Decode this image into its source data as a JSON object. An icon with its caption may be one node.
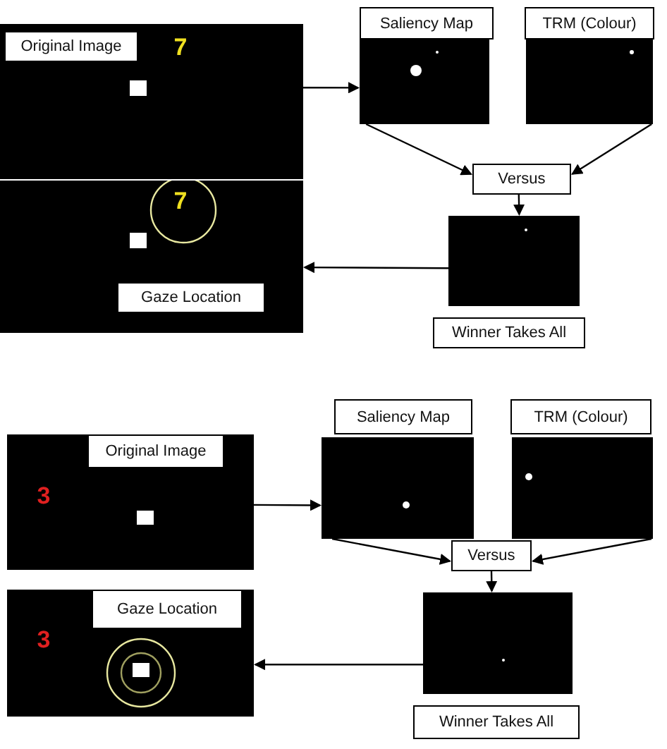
{
  "diagram": {
    "nodes": [
      {
        "text": [
          "Original Image",
          "7"
        ]
      },
      {
        "text": [
          "Saliency Map"
        ]
      },
      {
        "text": [
          "TRM (Colour)"
        ]
      },
      {
        "text": [
          "Versus"
        ]
      },
      {
        "text": [
          "Winner Takes All"
        ]
      },
      {
        "text": [
          "7",
          "Gaze Location"
        ]
      },
      {
        "text": [
          "Original Image",
          "3"
        ]
      },
      {
        "text": [
          "Saliency Map"
        ]
      },
      {
        "text": [
          "TRM (Colour)"
        ]
      },
      {
        "text": [
          "Versus"
        ]
      },
      {
        "text": [
          "Winner Takes All"
        ]
      },
      {
        "text": [
          "3",
          "Gaze Location"
        ]
      }
    ],
    "edges": [
      {
        "from": 0,
        "to": 1,
        "arrow": "to"
      },
      {
        "from": 1,
        "to": 3,
        "arrow": "to"
      },
      {
        "from": 2,
        "to": 3,
        "arrow": "to"
      },
      {
        "from": 3,
        "to": 4,
        "arrow": "to"
      },
      {
        "from": 4,
        "to": 5,
        "arrow": "to"
      },
      {
        "from": 6,
        "to": 7,
        "arrow": "to"
      },
      {
        "from": 7,
        "to": 9,
        "arrow": "to"
      },
      {
        "from": 8,
        "to": 9,
        "arrow": "to"
      },
      {
        "from": 9,
        "to": 10,
        "arrow": "to"
      },
      {
        "from": 10,
        "to": 11,
        "arrow": "to"
      }
    ]
  }
}
